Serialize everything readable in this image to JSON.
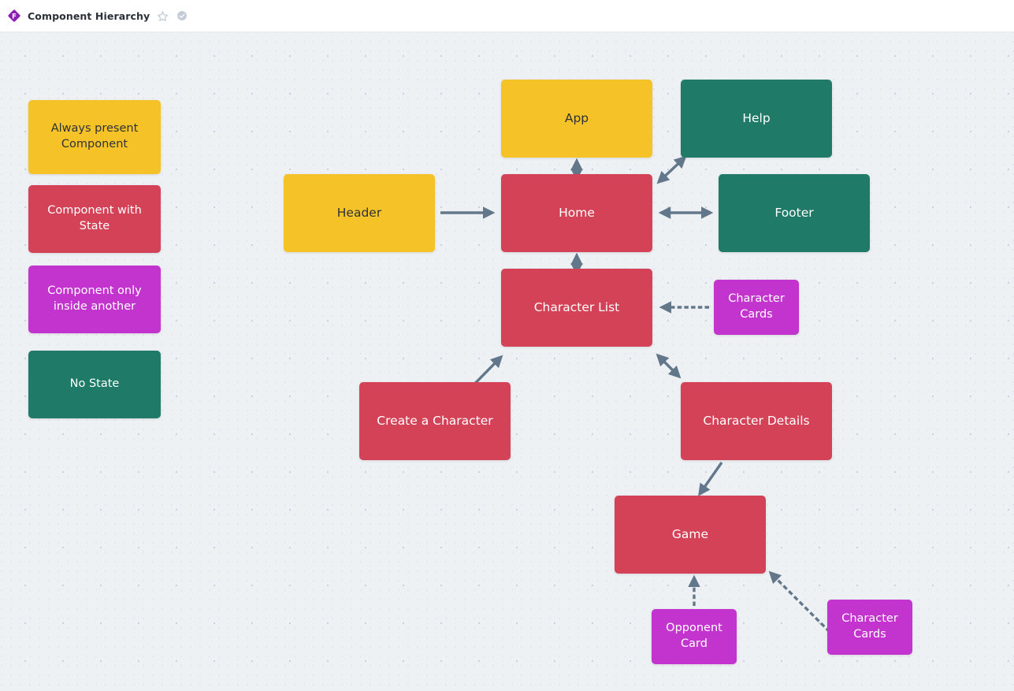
{
  "topbar": {
    "app_icon": "figjam-diamond-icon",
    "title": "Component Hierarchy",
    "star_icon": "star-outline-icon",
    "status_icon": "check-circle-icon"
  },
  "canvas": {
    "background_color": "#eef1f4",
    "grid": "dotted"
  },
  "palette": {
    "yellow": "#F5C327",
    "red": "#D34256",
    "purple": "#C334CE",
    "teal": "#1F7A68",
    "arrow": "#62778A",
    "text_dark": "#2e3238",
    "text_light": "#ffffff"
  },
  "legend": {
    "items": [
      {
        "label": "Always present Component",
        "color": "#F5C327",
        "name": "legend-always-present"
      },
      {
        "label": "Component with State",
        "color": "#D34256",
        "name": "legend-with-state"
      },
      {
        "label": "Component only inside another",
        "color": "#C334CE",
        "name": "legend-inside-another"
      },
      {
        "label": "No State",
        "color": "#1F7A68",
        "name": "legend-no-state"
      }
    ]
  },
  "diagram": {
    "nodes": [
      {
        "id": "app",
        "label": "App",
        "type": "yellow"
      },
      {
        "id": "help",
        "label": "Help",
        "type": "teal"
      },
      {
        "id": "header",
        "label": "Header",
        "type": "yellow"
      },
      {
        "id": "home",
        "label": "Home",
        "type": "red"
      },
      {
        "id": "footer",
        "label": "Footer",
        "type": "teal"
      },
      {
        "id": "character_list",
        "label": "Character List",
        "type": "red"
      },
      {
        "id": "character_cards_1",
        "label": "Character Cards",
        "type": "purple"
      },
      {
        "id": "create_character",
        "label": "Create a Character",
        "type": "red"
      },
      {
        "id": "character_details",
        "label": "Character Details",
        "type": "red"
      },
      {
        "id": "game",
        "label": "Game",
        "type": "red"
      },
      {
        "id": "opponent_card",
        "label": "Opponent Card",
        "type": "purple"
      },
      {
        "id": "character_cards_2",
        "label": "Character Cards",
        "type": "purple"
      }
    ],
    "edges": [
      {
        "from": "app",
        "to": "home",
        "style": "solid",
        "arrows": "both"
      },
      {
        "from": "header",
        "to": "home",
        "style": "solid",
        "arrows": "end"
      },
      {
        "from": "home",
        "to": "help",
        "style": "solid",
        "arrows": "both"
      },
      {
        "from": "home",
        "to": "footer",
        "style": "solid",
        "arrows": "both"
      },
      {
        "from": "home",
        "to": "character_list",
        "style": "solid",
        "arrows": "both"
      },
      {
        "from": "character_cards_1",
        "to": "character_list",
        "style": "dashed",
        "arrows": "end"
      },
      {
        "from": "character_list",
        "to": "create_character",
        "style": "solid",
        "arrows": "both"
      },
      {
        "from": "character_list",
        "to": "character_details",
        "style": "solid",
        "arrows": "both"
      },
      {
        "from": "character_details",
        "to": "game",
        "style": "solid",
        "arrows": "end"
      },
      {
        "from": "opponent_card",
        "to": "game",
        "style": "dashed",
        "arrows": "end"
      },
      {
        "from": "character_cards_2",
        "to": "game",
        "style": "dashed",
        "arrows": "end"
      }
    ]
  }
}
